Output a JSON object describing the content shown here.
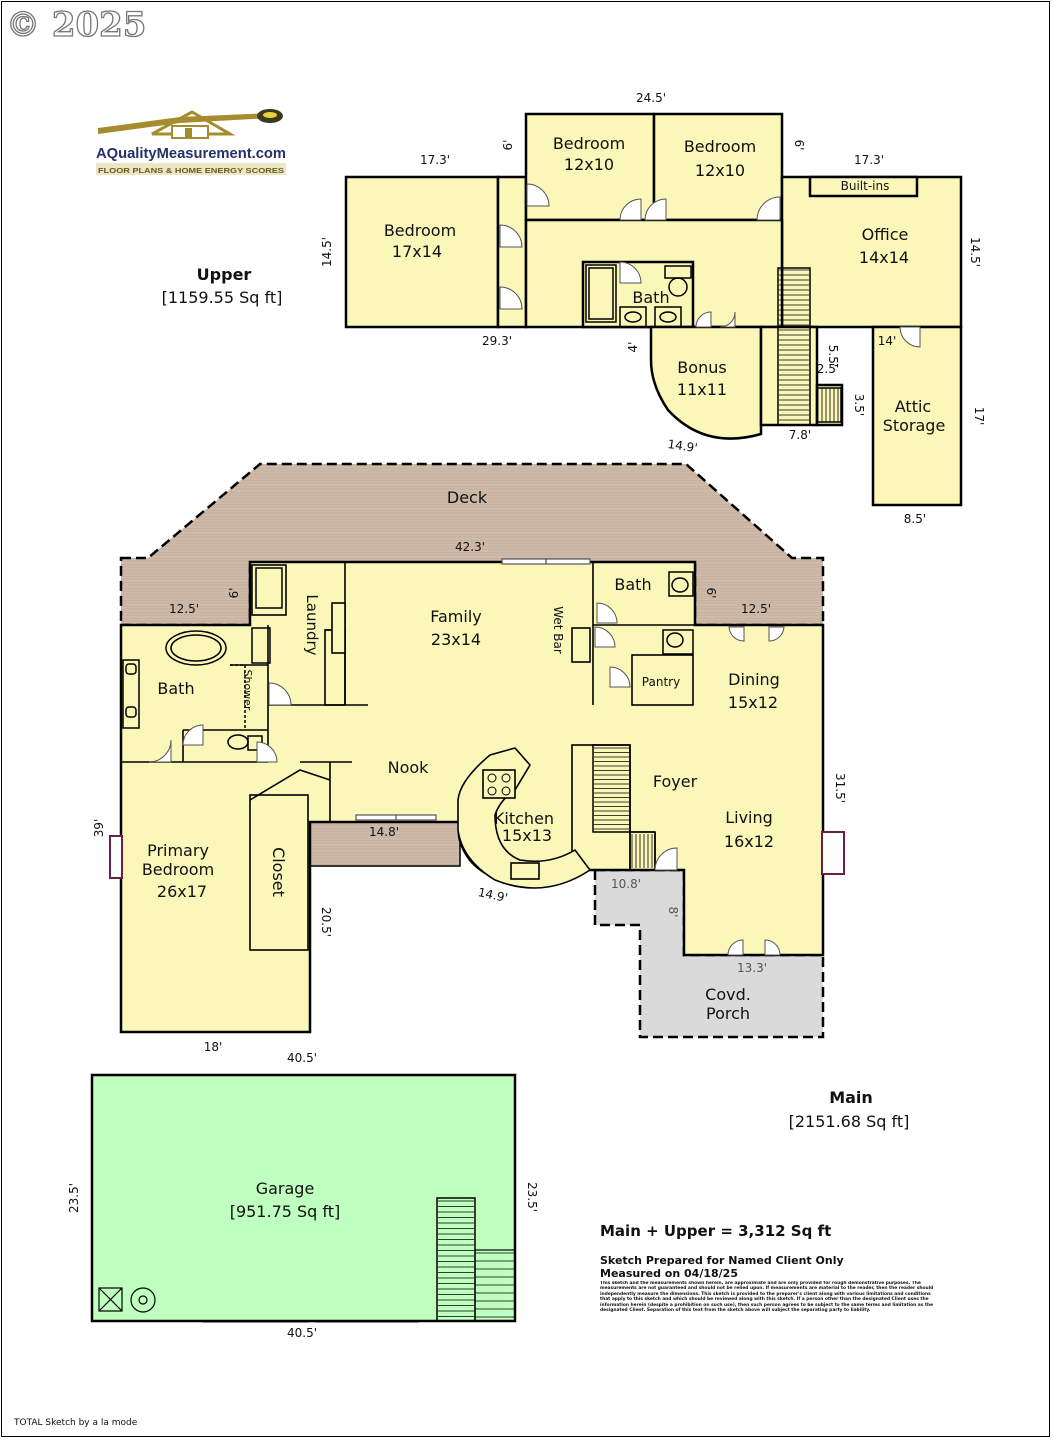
{
  "copyright": "© 2025",
  "logo": {
    "brand": "AQualityMeasurement.com",
    "tagline": "FLOOR PLANS & HOME ENERGY SCORES"
  },
  "upper": {
    "label": "Upper",
    "area": "[1159.55 Sq ft]",
    "rooms": {
      "bed1_name": "Bedroom",
      "bed1_size": "12x10",
      "bed2_name": "Bedroom",
      "bed2_size": "12x10",
      "bed3_name": "Bedroom",
      "bed3_size": "17x14",
      "office_name": "Office",
      "office_size": "14x14",
      "builtins": "Built-ins",
      "bath": "Bath",
      "bonus_name": "Bonus",
      "bonus_size": "11x11",
      "attic1": "Attic",
      "attic2": "Storage"
    },
    "dims": {
      "top": "24.5'",
      "left_top": "17.3'",
      "right_top": "17.3'",
      "six_a": "6'",
      "six_b": "6'",
      "left_h": "14.5'",
      "right_h": "14.5'",
      "bottom_left": "29.3'",
      "four": "4'",
      "bonus_arc": "14.9'",
      "fourteen": "14'",
      "five5": "5.5'",
      "two5": "2.5'",
      "three5": "3.5'",
      "seven8": "7.8'",
      "seventeen": "17'",
      "eight5": "8.5'"
    }
  },
  "main": {
    "label": "Main",
    "area": "[2151.68 Sq ft]",
    "rooms": {
      "deck": "Deck",
      "laundry": "Laundry",
      "family_name": "Family",
      "family_size": "23x14",
      "wetbar": "Wet Bar",
      "bath_right": "Bath",
      "pantry": "Pantry",
      "dining_name": "Dining",
      "dining_size": "15x12",
      "bath_left": "Bath",
      "shower": "Shower",
      "nook": "Nook",
      "kitchen_name": "Kitchen",
      "kitchen_size": "15x13",
      "foyer": "Foyer",
      "living_name": "Living",
      "living_size": "16x12",
      "primary1": "Primary",
      "primary2": "Bedroom",
      "primary_size": "26x17",
      "closet": "Closet",
      "porch1": "Covd.",
      "porch2": "Porch"
    },
    "dims": {
      "deck_top": "42.3'",
      "left_12_5": "12.5'",
      "right_12_5": "12.5'",
      "six_l": "6'",
      "six_r": "6'",
      "thirtynine": "39'",
      "thirtyone5": "31.5'",
      "fourteen8": "14.8'",
      "fourteen9": "14.9'",
      "ten8": "10.8'",
      "eight": "8'",
      "twenty5": "20.5'",
      "thirteen3": "13.3'",
      "eighteen": "18'",
      "forty5": "40.5'"
    }
  },
  "garage": {
    "name": "Garage",
    "area": "[951.75 Sq ft]",
    "dims": {
      "left": "23.5'",
      "right": "23.5'",
      "bottom": "40.5'"
    }
  },
  "summary": {
    "total": "Main + Upper = 3,312 Sq ft",
    "prepared": "Sketch Prepared for Named Client Only",
    "measured": "Measured on 04/18/25",
    "disclaimer": "This sketch and the measurements shown herein, are approximate and are only provided for rough demonstrative purposes. The measurements are not guaranteed and should not be relied upon. If measurements are material to the reader, then the reader should independently measure the dimensions. This sketch is provided to the preparer's client along with various limitations and conditions that apply to this sketch and which should be reviewed along with this sketch. If a person other than the designated Client uses the information herein (despite a prohibition on such use), then such person agrees to be subject to the same terms and limitation as the designated Client. Separation of this text from the sketch above will subject the separating party to liability."
  },
  "footer": "TOTAL Sketch by a la mode",
  "colors": {
    "room": "#FAF7B9",
    "deck": "#CFB9A8",
    "porch": "#DADADA",
    "garage": "#BFFFBF"
  }
}
